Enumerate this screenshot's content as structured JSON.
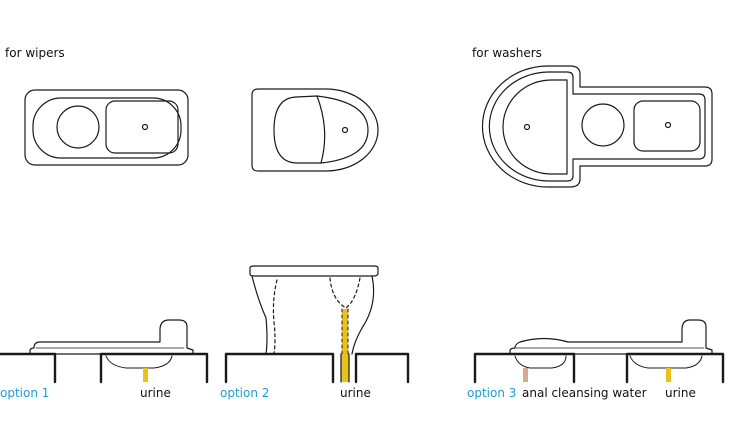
{
  "labels": {
    "wipers": "for wipers",
    "washers": "for washers",
    "option1": "option 1",
    "option2": "option 2",
    "option3": "option 3",
    "urine_1": "urine",
    "urine_2": "urine",
    "urine_3": "urine",
    "anal_water": "anal cleansing water"
  },
  "colors": {
    "line": "#1a1a1a",
    "option": "#1a9fd0",
    "urine": "#e8c21b",
    "anal_water": "#d9a98a"
  }
}
